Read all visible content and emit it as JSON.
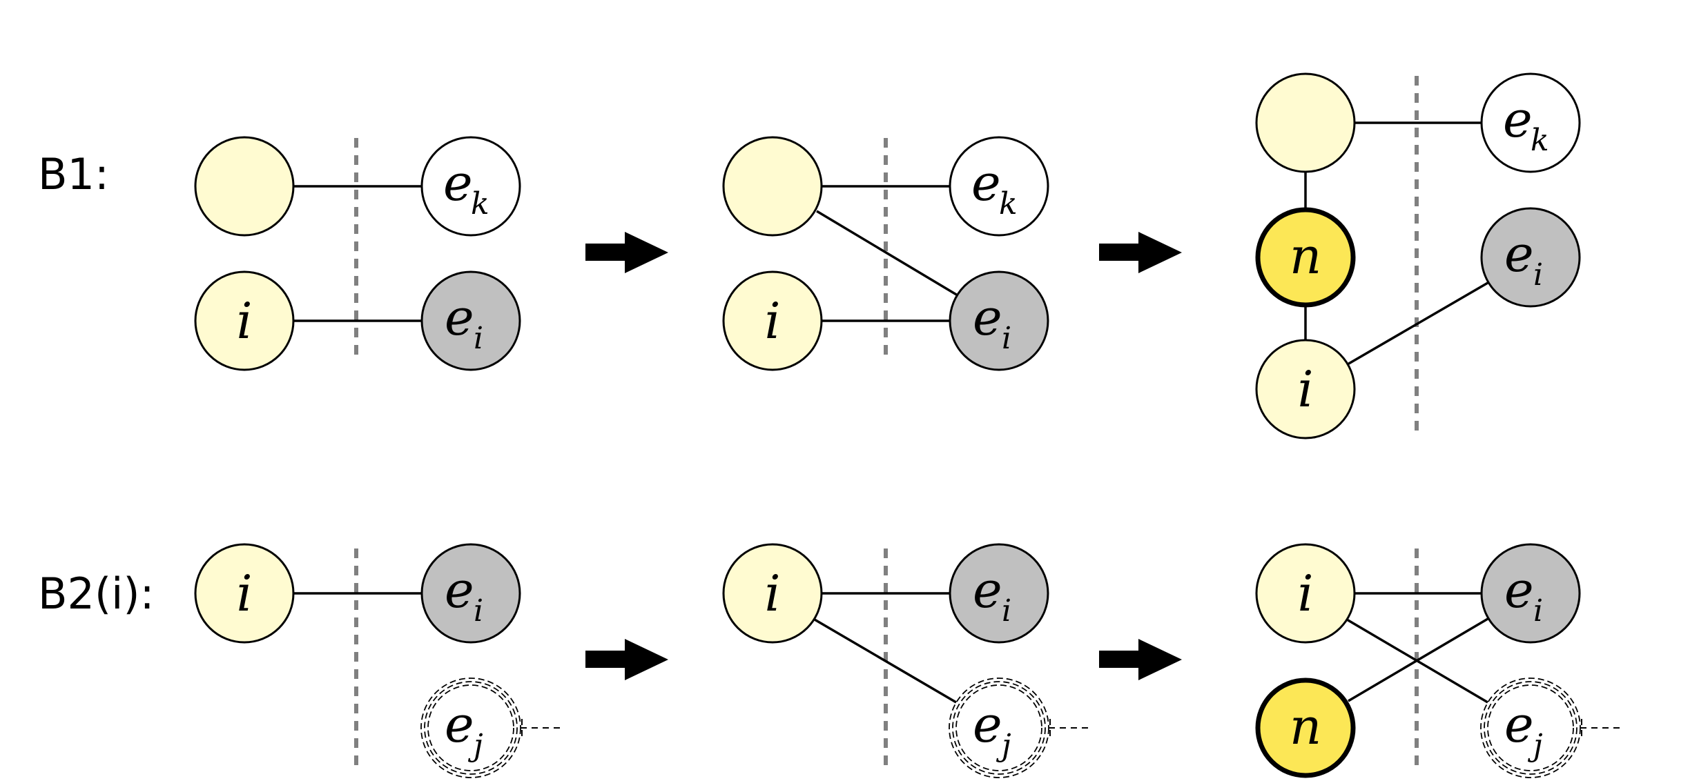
{
  "rows": {
    "b1": {
      "label": "B1:"
    },
    "b2": {
      "label": "B2(i):"
    }
  },
  "node_labels": {
    "i": "i",
    "n": "n",
    "e": "e",
    "k": "k",
    "j": "j"
  },
  "colors": {
    "party_node": "#fffbd1",
    "new_node": "#fce756",
    "external_node": "#c0c0c0",
    "other_external_node": "#ffffff",
    "divider": "#808080",
    "arrow": "#000000"
  }
}
